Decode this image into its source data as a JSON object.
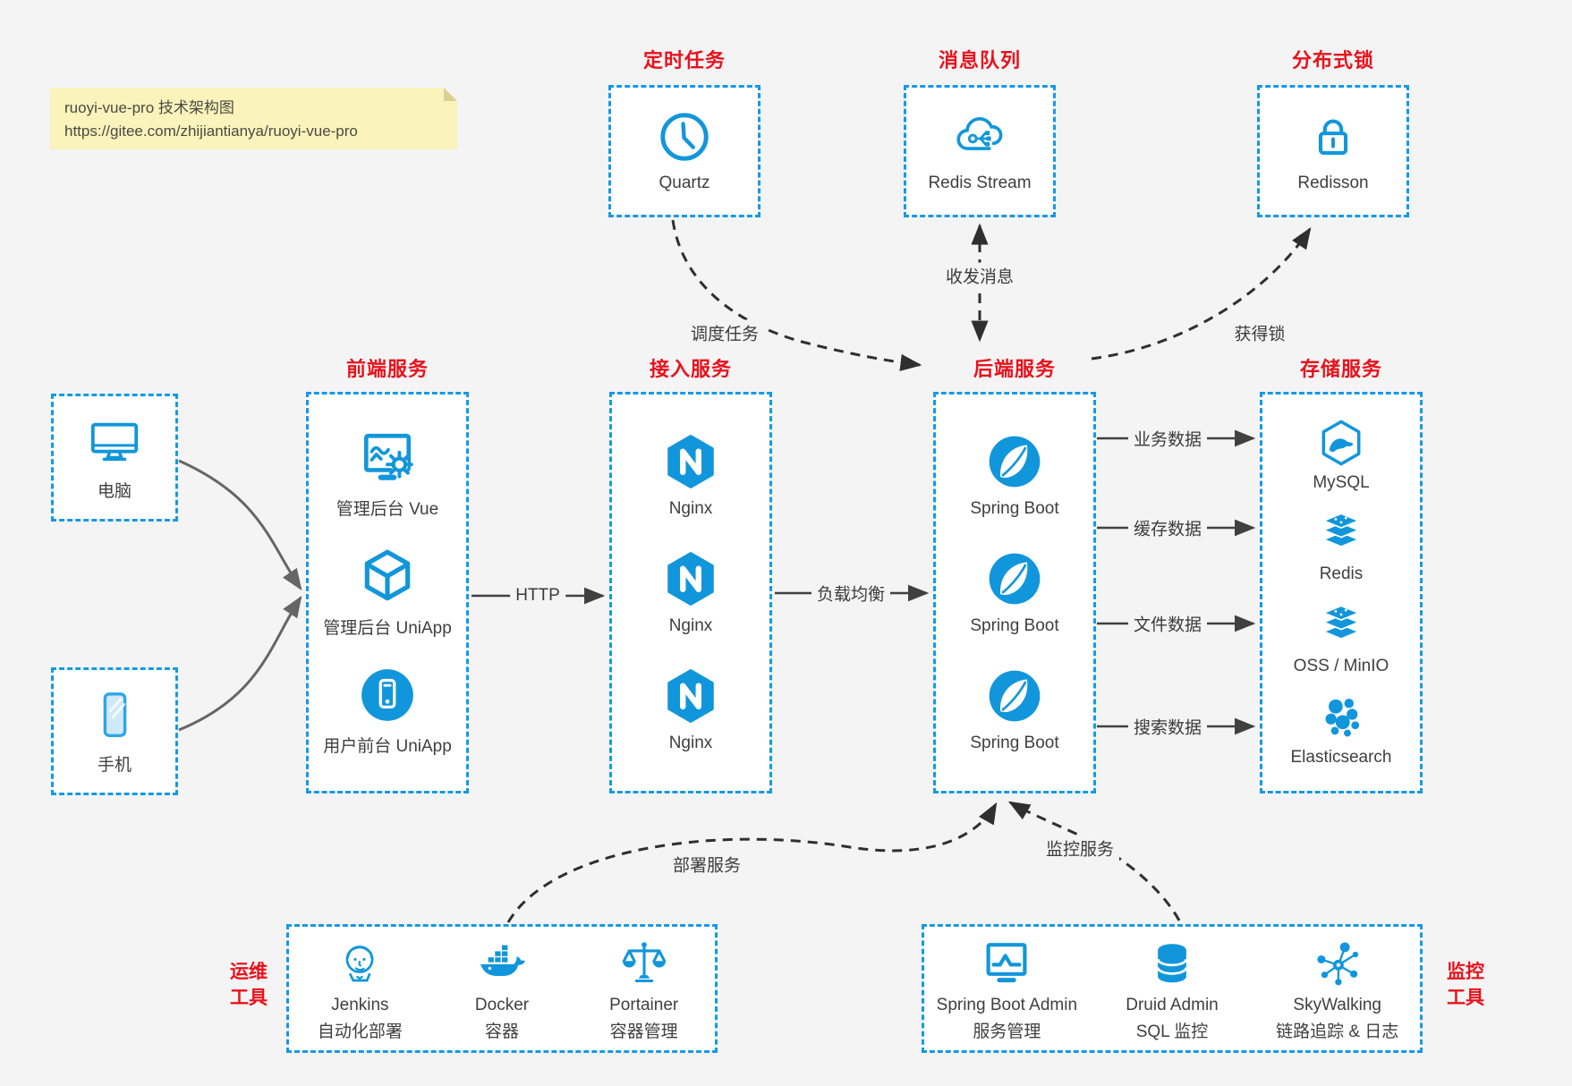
{
  "note": {
    "line1": "ruoyi-vue-pro 技术架构图",
    "line2": "https://gitee.com/zhijiantianya/ruoyi-vue-pro"
  },
  "colors": {
    "accent_blue": "#1296db",
    "title_red": "#e8121c",
    "box_border": "#1499e8"
  },
  "top": {
    "scheduler": {
      "title": "定时任务",
      "label": "Quartz",
      "icon": "clock-icon"
    },
    "mq": {
      "title": "消息队列",
      "label": "Redis Stream",
      "icon": "cloud-share-icon"
    },
    "lock": {
      "title": "分布式锁",
      "label": "Redisson",
      "icon": "lock-icon"
    }
  },
  "clients": {
    "pc": {
      "label": "电脑",
      "icon": "desktop-icon"
    },
    "mobile": {
      "label": "手机",
      "icon": "smartphone-icon"
    }
  },
  "frontend": {
    "title": "前端服务",
    "items": [
      {
        "label": "管理后台 Vue",
        "icon": "admin-vue-icon"
      },
      {
        "label": "管理后台 UniApp",
        "icon": "uniapp-cube-icon"
      },
      {
        "label": "用户前台 UniApp",
        "icon": "user-app-icon"
      }
    ]
  },
  "gateway": {
    "title": "接入服务",
    "items": [
      {
        "label": "Nginx",
        "icon": "nginx-icon"
      },
      {
        "label": "Nginx",
        "icon": "nginx-icon"
      },
      {
        "label": "Nginx",
        "icon": "nginx-icon"
      }
    ]
  },
  "backend": {
    "title": "后端服务",
    "items": [
      {
        "label": "Spring Boot",
        "icon": "spring-boot-icon"
      },
      {
        "label": "Spring Boot",
        "icon": "spring-boot-icon"
      },
      {
        "label": "Spring Boot",
        "icon": "spring-boot-icon"
      }
    ]
  },
  "storage": {
    "title": "存储服务",
    "items": [
      {
        "label": "MySQL",
        "icon": "mysql-icon"
      },
      {
        "label": "Redis",
        "icon": "redis-stack-icon"
      },
      {
        "label": "OSS / MinIO",
        "icon": "object-storage-icon"
      },
      {
        "label": "Elasticsearch",
        "icon": "elasticsearch-icon"
      }
    ]
  },
  "ops": {
    "side1": "运维",
    "side2": "工具",
    "items": [
      {
        "name": "Jenkins",
        "desc": "自动化部署",
        "icon": "jenkins-icon"
      },
      {
        "name": "Docker",
        "desc": "容器",
        "icon": "docker-whale-icon"
      },
      {
        "name": "Portainer",
        "desc": "容器管理",
        "icon": "portainer-scales-icon"
      }
    ]
  },
  "monitorTools": {
    "side1": "监控",
    "side2": "工具",
    "items": [
      {
        "name": "Spring Boot Admin",
        "desc": "服务管理",
        "icon": "monitor-chart-icon"
      },
      {
        "name": "Druid Admin",
        "desc": "SQL 监控",
        "icon": "druid-database-icon"
      },
      {
        "name": "SkyWalking",
        "desc": "链路追踪 & 日志",
        "icon": "skywalking-topology-icon"
      }
    ]
  },
  "edges": {
    "http": "HTTP",
    "load_balance": "负载均衡",
    "schedule": "调度任务",
    "message": "收发消息",
    "acquire_lock": "获得锁",
    "business_data": "业务数据",
    "cache_data": "缓存数据",
    "file_data": "文件数据",
    "search_data": "搜索数据",
    "deploy": "部署服务",
    "monitoring": "监控服务"
  }
}
